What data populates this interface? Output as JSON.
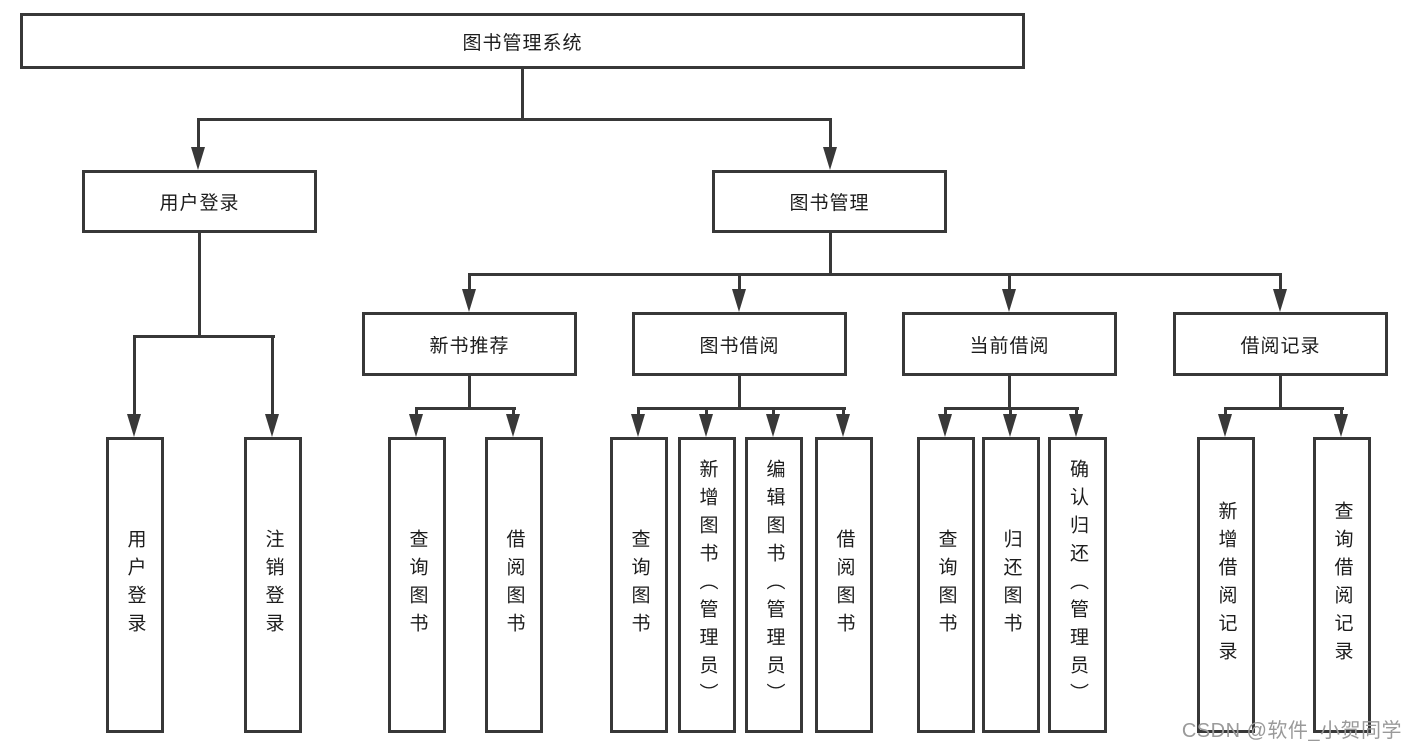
{
  "diagram": {
    "root": {
      "label": "图书管理系统"
    },
    "level2": [
      {
        "label": "用户登录"
      },
      {
        "label": "图书管理"
      }
    ],
    "level3": [
      {
        "label": "新书推荐"
      },
      {
        "label": "图书借阅"
      },
      {
        "label": "当前借阅"
      },
      {
        "label": "借阅记录"
      }
    ],
    "leaves": {
      "user_login": [
        {
          "label": "用户登录"
        },
        {
          "label": "注销登录"
        }
      ],
      "new_book": [
        {
          "label": "查询图书"
        },
        {
          "label": "借阅图书"
        }
      ],
      "book_borrow": [
        {
          "label": "查询图书"
        },
        {
          "label": "新增图书（管理员）"
        },
        {
          "label": "编辑图书（管理员）"
        },
        {
          "label": "借阅图书"
        }
      ],
      "current_borrow": [
        {
          "label": "查询图书"
        },
        {
          "label": "归还图书"
        },
        {
          "label": "确认归还（管理员）"
        }
      ],
      "borrow_record": [
        {
          "label": "新增借阅记录"
        },
        {
          "label": "查询借阅记录"
        }
      ]
    }
  },
  "watermark": {
    "text": "CSDN @软件_小贺同学"
  },
  "colors": {
    "line": "#383838",
    "background": "#ffffff",
    "text": "#1c1c1c",
    "watermark": "#9a9a9a"
  }
}
